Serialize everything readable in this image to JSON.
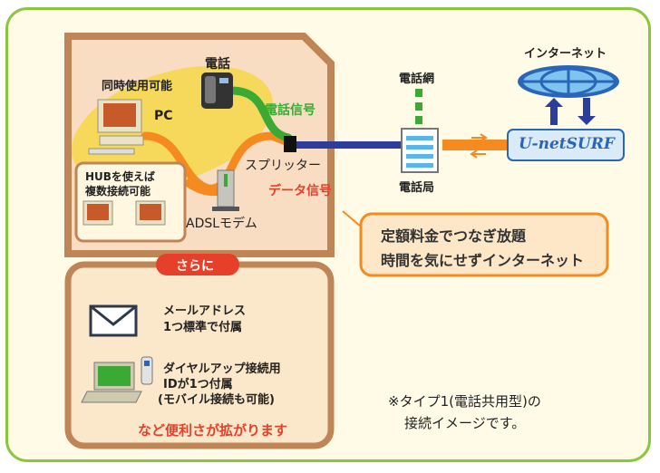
{
  "diagram": {
    "labels": {
      "phone": "電話",
      "simultaneous_use": "同時使用可能",
      "pc": "PC",
      "hub_line1": "HUBを使えば",
      "hub_line2": "複数接続可能",
      "phone_signal": "電話信号",
      "data_signal": "データ信号",
      "splitter": "スプリッター",
      "adsl_modem": "ADSLモデム",
      "telephone_network": "電話網",
      "telephone_office": "電話局",
      "internet": "インターネット",
      "provider": "U-netSURF"
    },
    "callout": {
      "line1": "定額料金でつなぎ放題",
      "line2": "時間を気にせずインターネット"
    },
    "features": {
      "badge": "さらに",
      "mail_line1": "メールアドレス",
      "mail_line2": "1つ標準で付属",
      "dialup_line1": "ダイヤルアップ接続用",
      "dialup_line2": "IDが1つ付属",
      "dialup_line3": "(モバイル接続も可能)",
      "summary": "など便利さが拡がります"
    },
    "note": {
      "line1": "※タイプ1(電話共用型)の",
      "line2": "接続イメージです。"
    },
    "colors": {
      "frame": "#8cc63f",
      "brown": "#c08556",
      "orange": "#f58a20",
      "green": "#3aaa35",
      "blue": "#2c3d9c",
      "highlight": "#f6d95a",
      "provider_blue": "#2a66b8",
      "accent_red": "#e6402a"
    }
  }
}
